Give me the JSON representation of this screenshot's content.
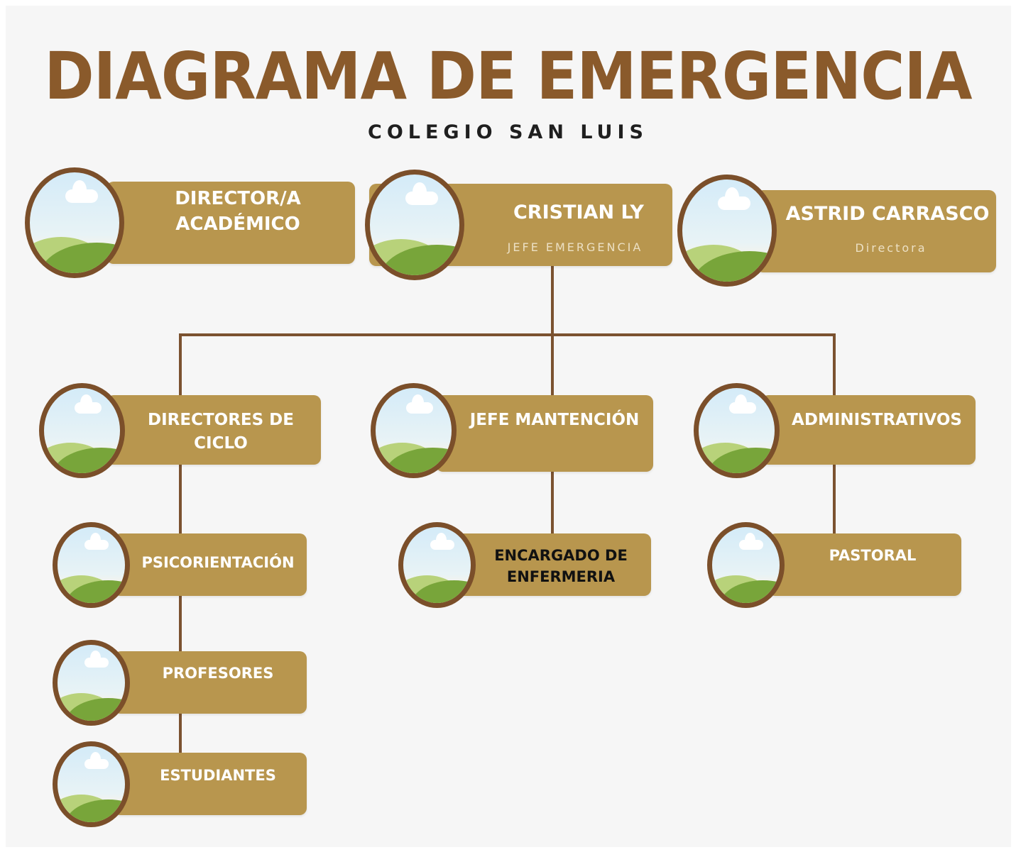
{
  "title": "DIAGRAMA DE EMERGENCIA",
  "subtitle": "COLEGIO SAN LUIS",
  "colors": {
    "title": "#8a5a2b",
    "card": "#b8964e",
    "connector": "#7b5230",
    "photo_frame": "#7b4f2a",
    "background": "#f6f6f6"
  },
  "nodes": {
    "director_academico": {
      "label": "DIRECTOR/A\nACADÉMICO",
      "icon": "landscape-photo-placeholder-icon"
    },
    "cristian_ly": {
      "label": "CRISTIAN LY",
      "role": "JEFE EMERGENCIA",
      "icon": "landscape-photo-placeholder-icon"
    },
    "astrid_carrasco": {
      "label": "ASTRID CARRASCO",
      "role": "Directora",
      "icon": "landscape-photo-placeholder-icon"
    },
    "directores_ciclo": {
      "label": "DIRECTORES DE\nCICLO",
      "icon": "landscape-photo-placeholder-icon"
    },
    "jefe_mantencion": {
      "label": "JEFE MANTENCIÓN",
      "icon": "landscape-photo-placeholder-icon"
    },
    "administrativos": {
      "label": "ADMINISTRATIVOS",
      "icon": "landscape-photo-placeholder-icon"
    },
    "psicorientacion": {
      "label": "PSICORIENTACIÓN",
      "icon": "landscape-photo-placeholder-icon"
    },
    "encargado_enfermeria": {
      "label": "ENCARGADO DE\nENFERMERIA",
      "icon": "landscape-photo-placeholder-icon"
    },
    "pastoral": {
      "label": "PASTORAL",
      "icon": "landscape-photo-placeholder-icon"
    },
    "profesores": {
      "label": "PROFESORES",
      "icon": "landscape-photo-placeholder-icon"
    },
    "estudiantes": {
      "label": "ESTUDIANTES",
      "icon": "landscape-photo-placeholder-icon"
    }
  }
}
